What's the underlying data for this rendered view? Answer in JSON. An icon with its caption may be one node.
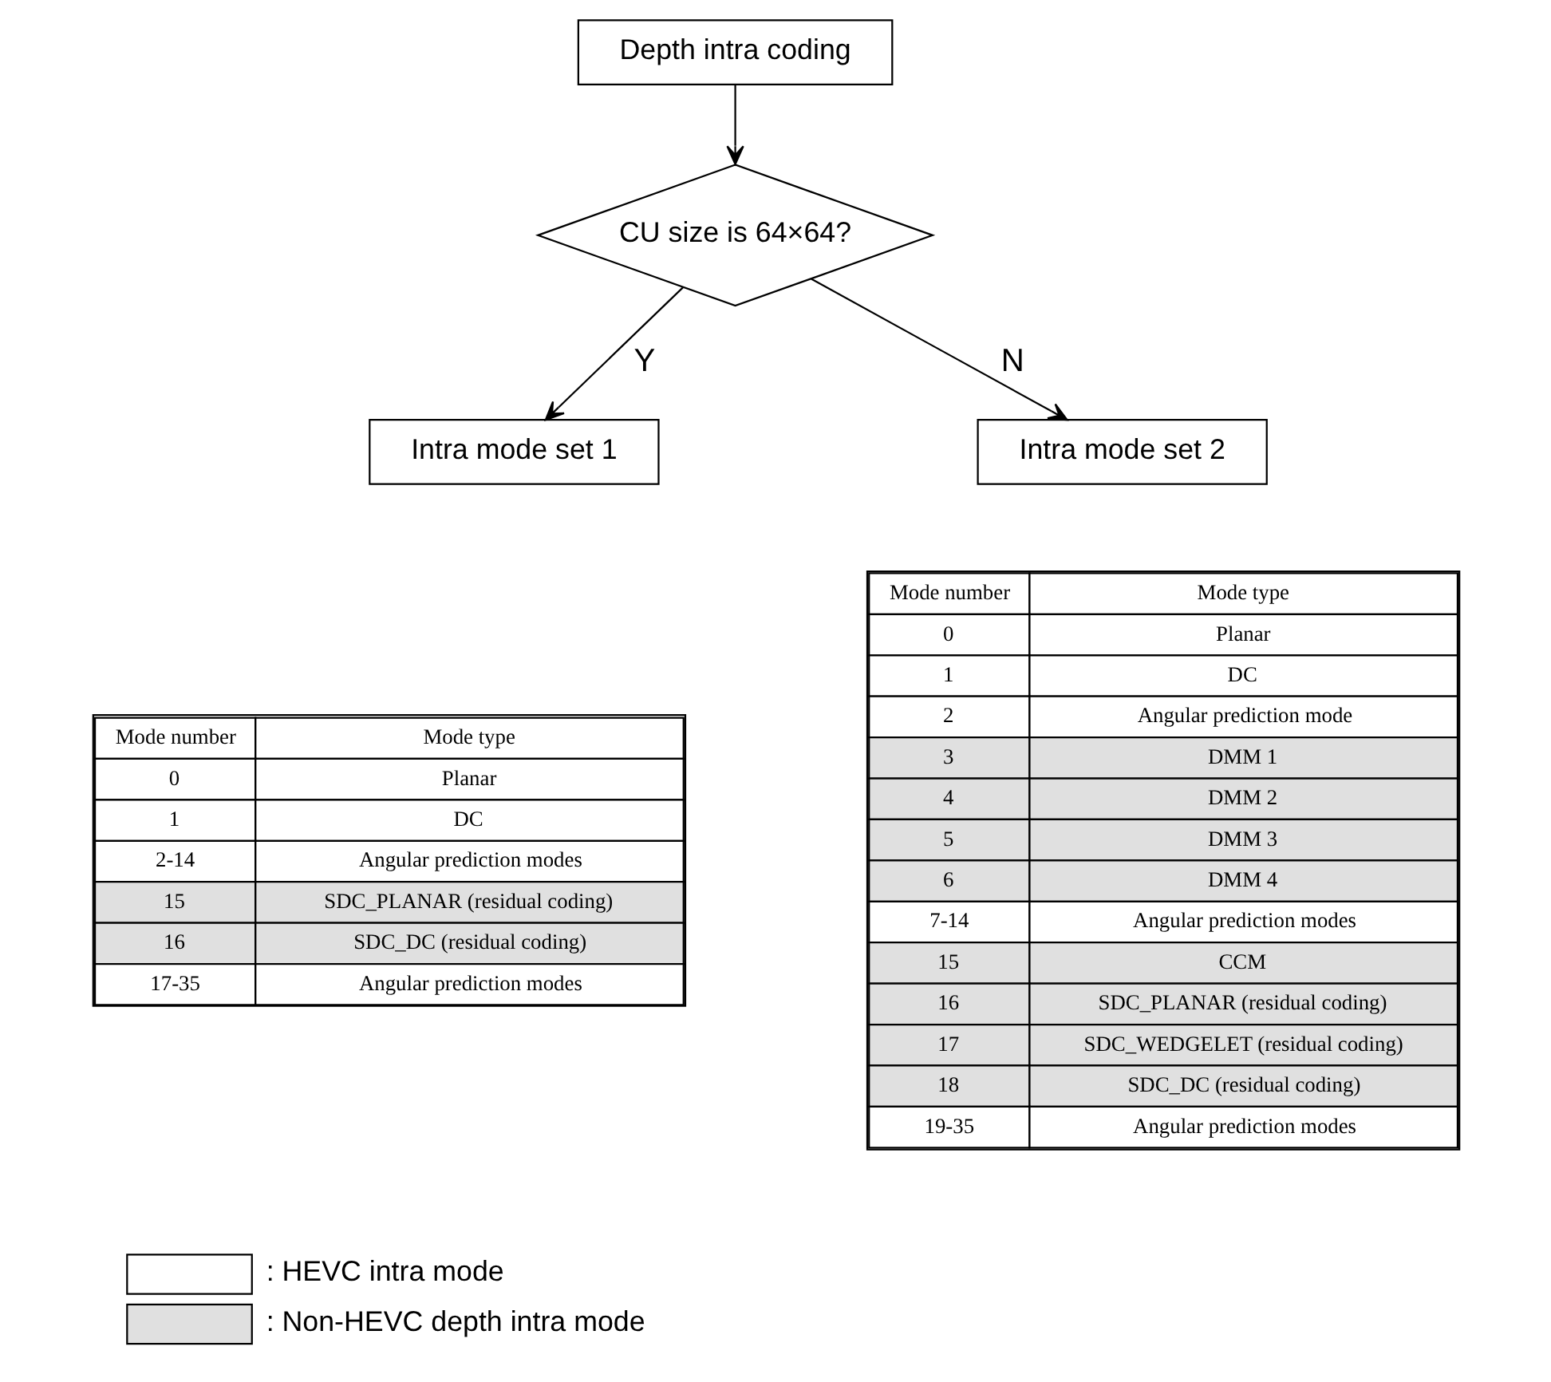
{
  "diagram": {
    "nodes": [
      {
        "text": [
          "Depth intra coding"
        ]
      },
      {
        "text": [
          "CU size is 64×64?"
        ]
      },
      {
        "text": [
          "Intra mode set 1"
        ]
      },
      {
        "text": [
          "Intra mode set 2"
        ]
      }
    ],
    "edges": [
      {
        "from": 0,
        "to": 1,
        "arrow": "to"
      },
      {
        "from": 1,
        "to": 2,
        "arrow": "to",
        "label": "Y"
      },
      {
        "from": 1,
        "to": 3,
        "arrow": "to",
        "label": "N"
      }
    ],
    "labels": [
      "Mode number",
      "Mode type",
      "0",
      "Planar",
      "1",
      "DC",
      "2-14",
      "Angular prediction modes",
      "15",
      "SDC_PLANAR (residual coding)",
      "16",
      "SDC_DC (residual coding)",
      "17-35",
      "Angular prediction modes",
      "Mode number",
      "Mode type",
      "0",
      "Planar",
      "1",
      "DC",
      "2",
      "Angular prediction mode",
      "3",
      "DMM 1",
      "4",
      "DMM 2",
      "5",
      "DMM 3",
      "6",
      "DMM 4",
      "7-14",
      "Angular prediction modes",
      "15",
      "CCM",
      "16",
      "SDC_PLANAR (residual coding)",
      "17",
      "SDC_WEDGELET (residual coding)",
      "18",
      "SDC_DC (residual coding)",
      "19-35",
      "Angular prediction modes"
    ],
    "legend": [
      {
        "text": ": HEVC intra mode",
        "color": "#ffffff"
      },
      {
        "text": ": Non-HEVC depth intra mode",
        "color": "#e0e0e0"
      }
    ]
  }
}
